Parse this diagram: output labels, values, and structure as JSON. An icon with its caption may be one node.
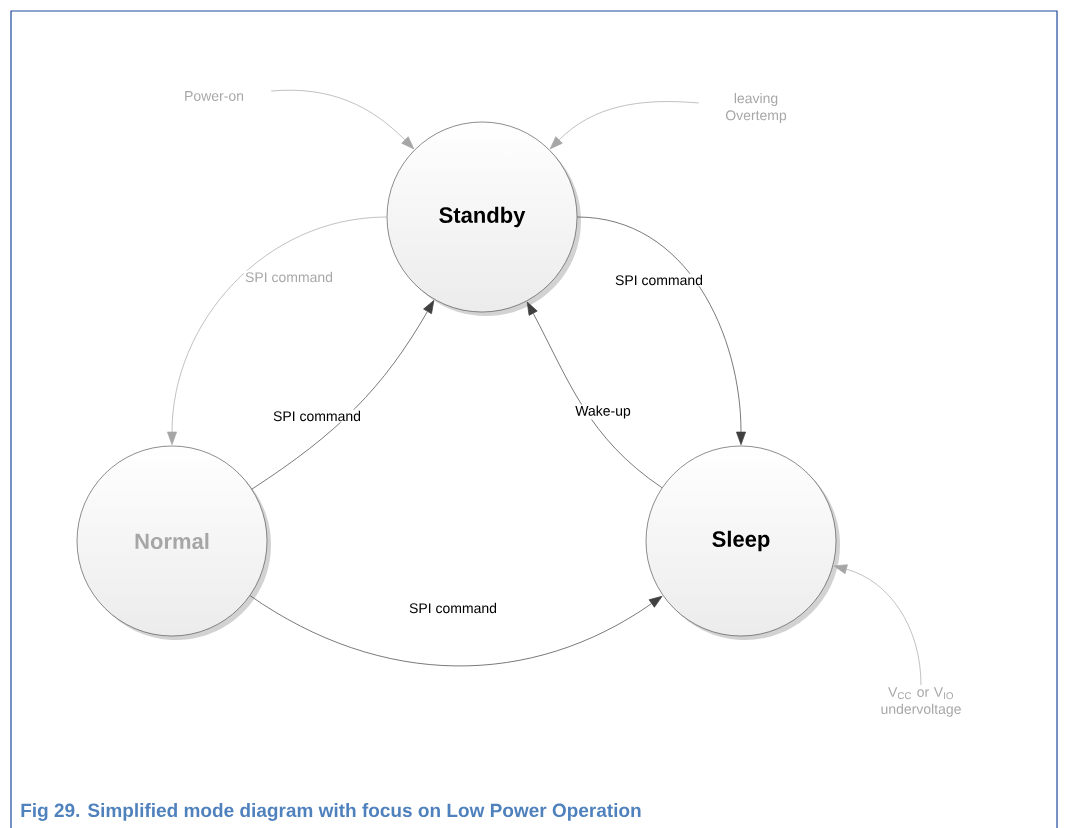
{
  "diagram": {
    "caption": "Fig 29. Simplified mode diagram with focus on Low Power Operation",
    "nodes": [
      {
        "text": [
          "Standby"
        ]
      },
      {
        "text": [
          "Normal"
        ]
      },
      {
        "text": [
          "Sleep"
        ]
      },
      {
        "text": [
          "Power-on"
        ]
      },
      {
        "text": [
          "leaving Overtemp"
        ]
      },
      {
        "text": [
          "V$_{CC}$ or V$_{IO}$ undervoltage"
        ]
      }
    ],
    "edges": [
      {
        "from": 3,
        "to": 0,
        "arrow": "to",
        "color": "#a6a6a6"
      },
      {
        "from": 4,
        "to": 0,
        "arrow": "to",
        "color": "#a6a6a6"
      },
      {
        "from": 0,
        "to": 1,
        "arrow": "to",
        "label": "SPI command",
        "color": "#a6a6a6"
      },
      {
        "from": 0,
        "to": 2,
        "arrow": "to",
        "label": "SPI command",
        "color": "#404040"
      },
      {
        "from": 1,
        "to": 0,
        "arrow": "to",
        "label": "SPI command",
        "color": "#404040"
      },
      {
        "from": 2,
        "to": 0,
        "arrow": "to",
        "label": "Wake-up",
        "color": "#404040"
      },
      {
        "from": 1,
        "to": 2,
        "arrow": "to",
        "label": "SPI command",
        "color": "#404040"
      },
      {
        "from": 5,
        "to": 2,
        "arrow": "to",
        "color": "#a6a6a6"
      }
    ]
  }
}
